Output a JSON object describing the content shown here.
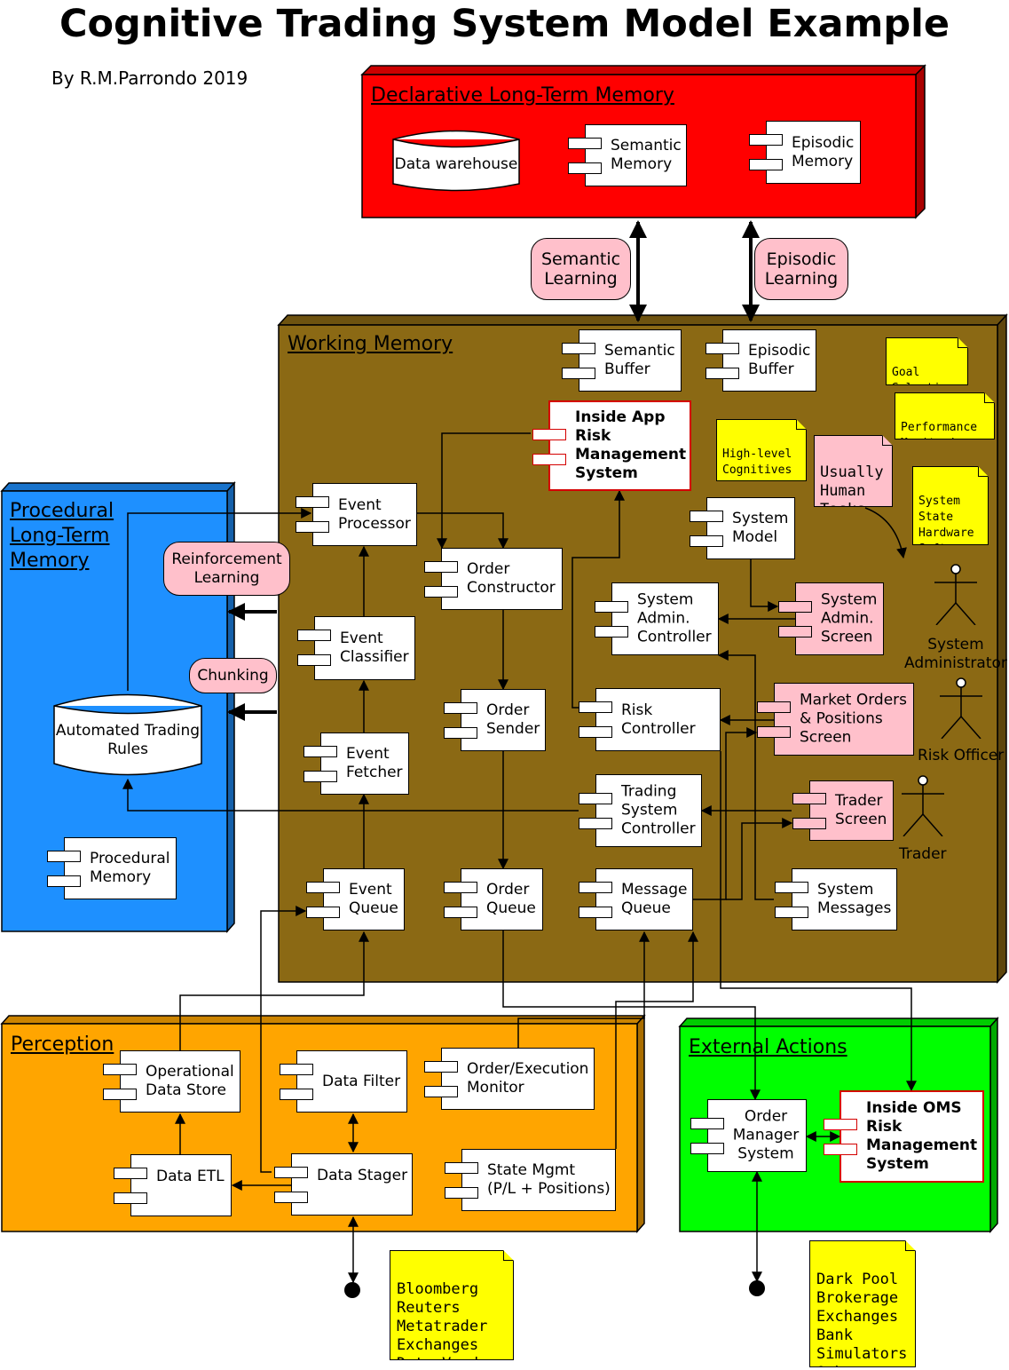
{
  "title": "Cognitive Trading System Model Example",
  "byline": "By R.M.Parrondo 2019",
  "colors": {
    "declarative": "#ff0000",
    "working": "#8b6914",
    "procedural": "#1e90ff",
    "perception": "#ffa500",
    "external": "#00ff00",
    "pink": "#ffc0cb",
    "note": "#ffff00"
  },
  "declarative": {
    "label": "Declarative Long-Term Memory",
    "data_warehouse": "Data warehouse",
    "semantic_memory": "Semantic\nMemory",
    "episodic_memory": "Episodic\nMemory"
  },
  "learning": {
    "semantic": "Semantic\nLearning",
    "episodic": "Episodic\nLearning"
  },
  "working": {
    "label": "Working Memory",
    "semantic_buffer": "Semantic\nBuffer",
    "episodic_buffer": "Episodic\nBuffer",
    "inside_app_risk": "Inside App\nRisk\nManagement\nSystem",
    "event_processor": "Event\nProcessor",
    "order_constructor": "Order\nConstructor",
    "event_classifier": "Event\nClassifier",
    "event_fetcher": "Event\nFetcher",
    "event_queue": "Event\nQueue",
    "order_sender": "Order\nSender",
    "order_queue": "Order\nQueue",
    "system_model": "System\nModel",
    "system_admin_controller": "System\nAdmin.\nController",
    "system_admin_screen": "System\nAdmin.\nScreen",
    "risk_controller": "Risk\nController",
    "market_orders_screen": "Market Orders\n& Positions\nScreen",
    "trading_system_controller": "Trading\nSystem\nController",
    "trader_screen": "Trader\nScreen",
    "message_queue": "Message\nQueue",
    "system_messages": "System\nMessages",
    "notes": {
      "goal_selection": "Goal\nSelection",
      "performance_monitoring": "Performance\nMonitoring",
      "high_level": "High-level\nCognitives\nOperations",
      "usually_human": "Usually\nHuman\nTasks",
      "system_state": "System\nState\nHardware\nSoftware"
    },
    "actors": {
      "system_administrator": "System\nAdministrator",
      "risk_officer": "Risk Officer",
      "trader": "Trader"
    }
  },
  "procedural": {
    "label": "Procedural\n Long-Term\nMemory",
    "reinforcement_learning": "Reinforcement\nLearning",
    "chunking": "Chunking",
    "automated_trading_rules": "Automated Trading\nRules",
    "procedural_memory": "Procedural\nMemory"
  },
  "perception": {
    "label": "Perception",
    "operational_data_store": "Operational\nData Store",
    "data_filter": "Data Filter",
    "order_execution_monitor": "Order/Execution\nMonitor",
    "data_etl": "Data ETL",
    "data_stager": "Data Stager",
    "state_mgmt": "State Mgmt\n(P/L + Positions)"
  },
  "external": {
    "label": "External Actions",
    "order_manager": "Order\nManager\nSystem",
    "inside_oms_risk": "Inside OMS\nRisk\nManagement\nSystem"
  },
  "sources_note": "Bloomberg\nReuters\nMetatrader\nExchanges\nData Vendors",
  "destinations_note": "Dark Pool\nBrokerage\nExchanges\nBank\nSimulators\nOthers..."
}
